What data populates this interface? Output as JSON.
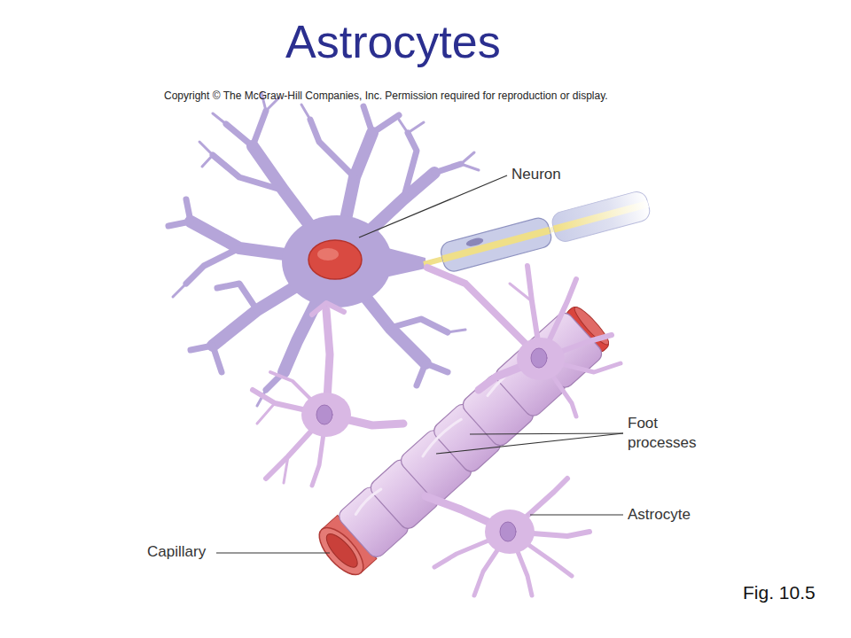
{
  "diagram": {
    "title": "Astrocytes",
    "caption": "Fig. 10.5",
    "labels": [
      "Copyright © The McGraw-Hill Companies, Inc. Permission required for reproduction or display.",
      "Neuron",
      "Foot processes",
      "Astrocyte",
      "Capillary"
    ]
  }
}
